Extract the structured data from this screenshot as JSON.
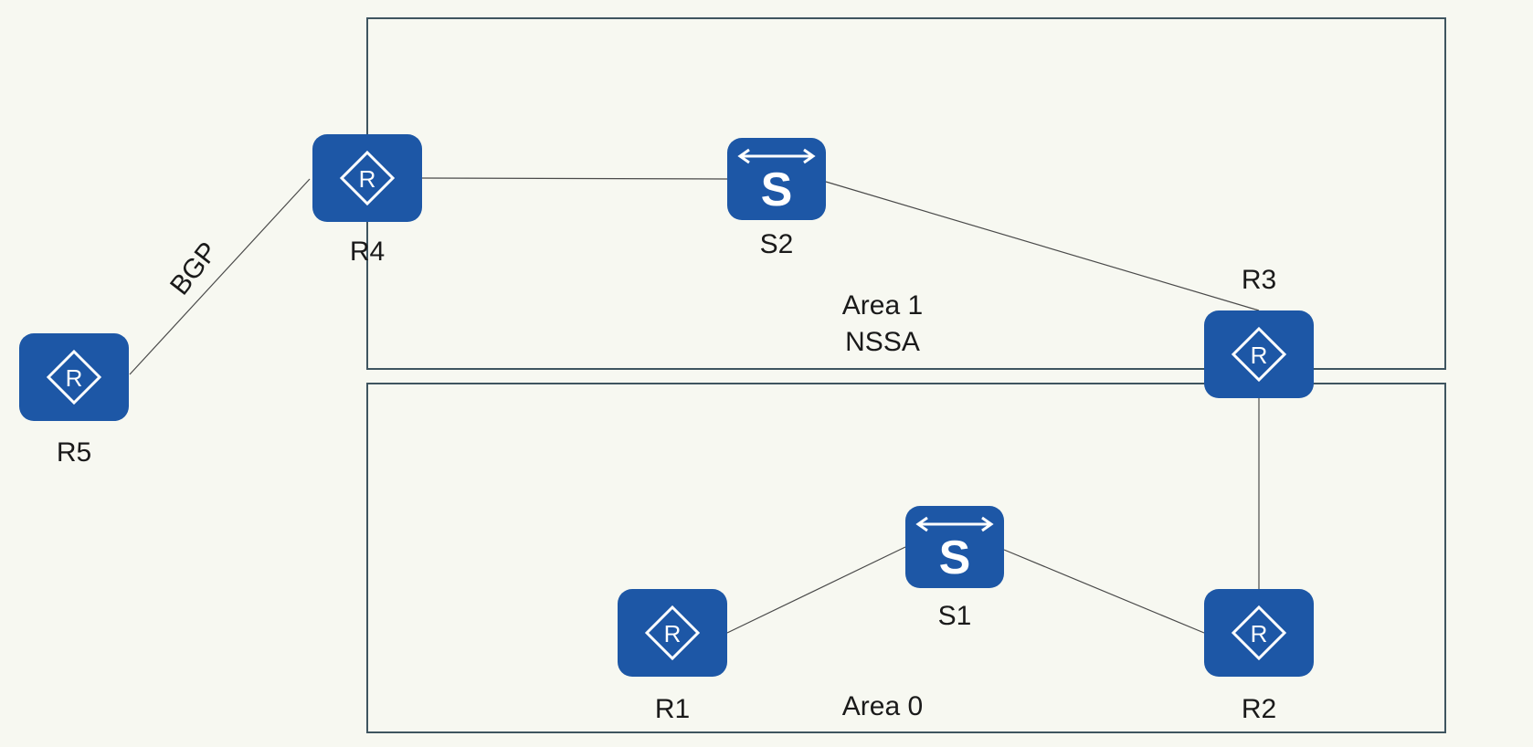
{
  "colors": {
    "background": "#f7f8f1",
    "device": "#1d57a6",
    "device_glyph": "#ffffff",
    "area_border": "#3f5560",
    "link": "#4a4a4a"
  },
  "areas": [
    {
      "id": "area1",
      "lines": [
        "Area 1",
        "NSSA"
      ]
    },
    {
      "id": "area0",
      "lines": [
        "Area 0"
      ]
    }
  ],
  "devices": [
    {
      "id": "R5",
      "type": "router",
      "icon": "router-icon",
      "label": "R5"
    },
    {
      "id": "R4",
      "type": "router",
      "icon": "router-icon",
      "label": "R4"
    },
    {
      "id": "S2",
      "type": "switch",
      "icon": "switch-icon",
      "label": "S2"
    },
    {
      "id": "R3",
      "type": "router",
      "icon": "router-icon",
      "label": "R3"
    },
    {
      "id": "S1",
      "type": "switch",
      "icon": "switch-icon",
      "label": "S1"
    },
    {
      "id": "R1",
      "type": "router",
      "icon": "router-icon",
      "label": "R1"
    },
    {
      "id": "R2",
      "type": "router",
      "icon": "router-icon",
      "label": "R2"
    }
  ],
  "links": [
    {
      "from": "R5",
      "to": "R4",
      "label": "BGP"
    },
    {
      "from": "R4",
      "to": "S2",
      "label": ""
    },
    {
      "from": "S2",
      "to": "R3",
      "label": ""
    },
    {
      "from": "R3",
      "to": "R2",
      "label": ""
    },
    {
      "from": "R1",
      "to": "S1",
      "label": ""
    },
    {
      "from": "S1",
      "to": "R2",
      "label": ""
    }
  ]
}
